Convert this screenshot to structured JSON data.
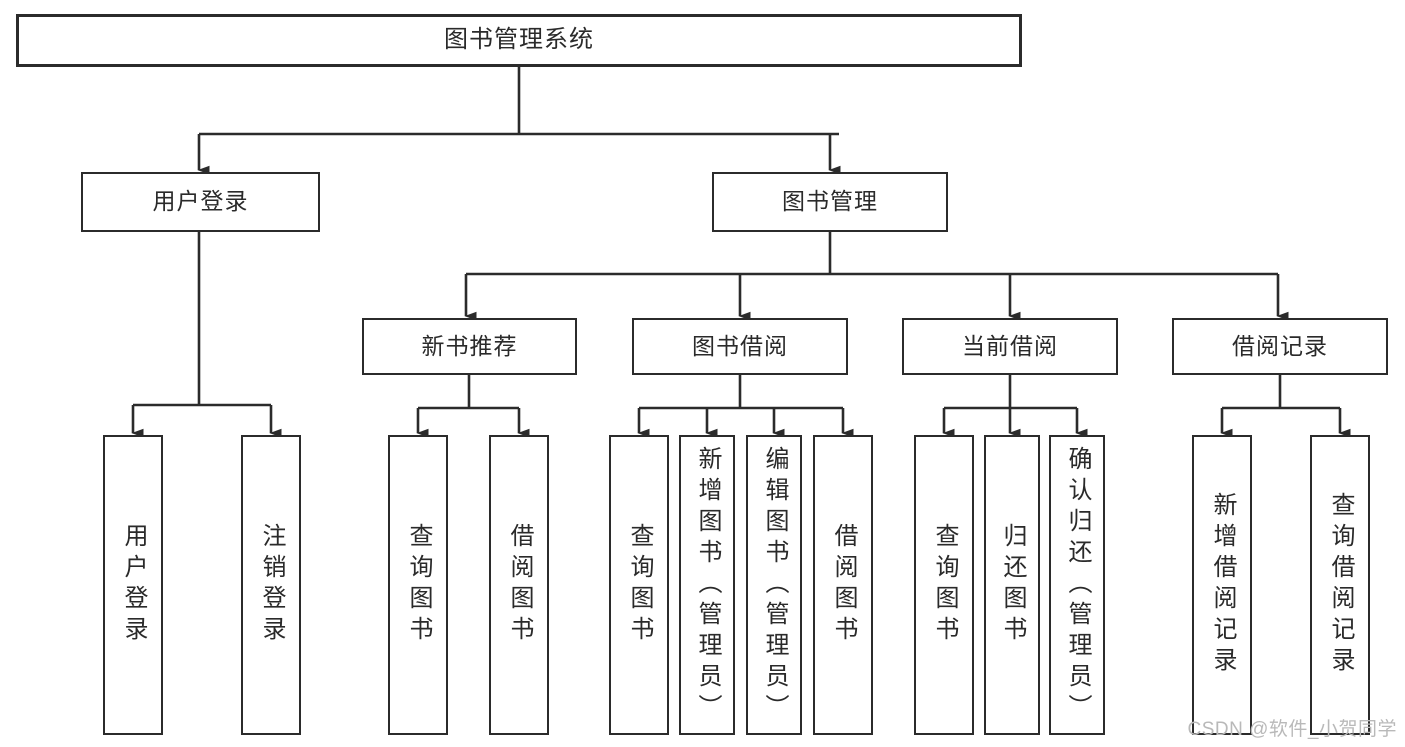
{
  "diagram": {
    "title": "图书管理系统",
    "type": "tree",
    "background_color": "#ffffff",
    "line_color": "#2b2b2b",
    "text_color": "#2a2a2a",
    "root": {
      "id": "root",
      "label": "图书管理系统"
    },
    "level2": [
      {
        "id": "user-login",
        "label": "用户登录"
      },
      {
        "id": "book-management",
        "label": "图书管理"
      }
    ],
    "level3": [
      {
        "id": "new-book-recommend",
        "label": "新书推荐"
      },
      {
        "id": "book-borrow",
        "label": "图书借阅"
      },
      {
        "id": "current-borrow",
        "label": "当前借阅"
      },
      {
        "id": "borrow-record",
        "label": "借阅记录"
      }
    ],
    "leaves": {
      "user_login": [
        {
          "id": "leaf-user-login",
          "label": "用户登录"
        },
        {
          "id": "leaf-user-logout",
          "label": "注销登录"
        }
      ],
      "new_book_recommend": [
        {
          "id": "leaf-query-book-1",
          "label": "查询图书"
        },
        {
          "id": "leaf-borrow-book-1",
          "label": "借阅图书"
        }
      ],
      "book_borrow": [
        {
          "id": "leaf-query-book-2",
          "label": "查询图书"
        },
        {
          "id": "leaf-add-book",
          "label": "新增图书（管理员）"
        },
        {
          "id": "leaf-edit-book",
          "label": "编辑图书（管理员）"
        },
        {
          "id": "leaf-borrow-book-2",
          "label": "借阅图书"
        }
      ],
      "current_borrow": [
        {
          "id": "leaf-query-book-3",
          "label": "查询图书"
        },
        {
          "id": "leaf-return-book",
          "label": "归还图书"
        },
        {
          "id": "leaf-confirm-return",
          "label": "确认归还（管理员）"
        }
      ],
      "borrow_record": [
        {
          "id": "leaf-add-record",
          "label": "新增借阅记录"
        },
        {
          "id": "leaf-query-record",
          "label": "查询借阅记录"
        }
      ]
    }
  },
  "watermark": {
    "text": "CSDN @软件_小贺同学"
  }
}
